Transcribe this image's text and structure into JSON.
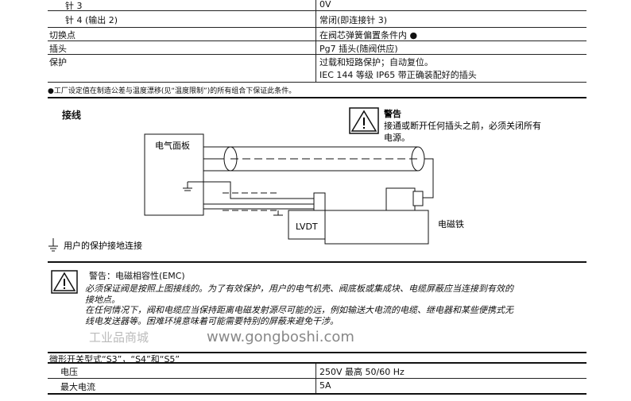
{
  "spec_table": {
    "rows": [
      {
        "label": "针 3",
        "value": "0V",
        "indent": true
      },
      {
        "label": "针 4 (输出 2)",
        "value": "常闭(即连接针 3)",
        "indent": true
      },
      {
        "label": "切换点",
        "value": "在阀芯弹簧偏置条件内 ●"
      },
      {
        "label": "插头",
        "value": "Pg7 插头(随阀供应)"
      },
      {
        "label": "保护",
        "value": "过载和短路保护；自动复位。",
        "value2": "IEC 144 等级 IP65 带正确装配好的插头"
      }
    ],
    "footnote": "●工厂设定值在制造公差与温度漂移(见“温度限制”)的所有组合下保证此条件。"
  },
  "wiring": {
    "title": "接线",
    "panel_label": "电气面板",
    "lvdt_label": "LVDT",
    "solenoid_label": "电磁铁",
    "ground_legend": "用户的保护接地连接",
    "warning_title": "警告",
    "warning_text1": "接通或断开任何插头之前，必须关闭所有",
    "warning_text2": "电源。"
  },
  "emc": {
    "title": "警告：电磁相容性(EMC)",
    "line1": "必须保证阀是按照上图接线的。为了有效保护，用户的电气机壳、阀底板或集成块、电缆屏蔽应当连接到有效的",
    "line2": "接地点。",
    "line3": "在任何情况下，阀和电缆应当保持距离电磁发射源尽可能的远，例如输送大电流的电缆、继电器和某些便携式无",
    "line4": "线电发送器等。困难环境意味着可能需要特别的屏蔽来避免干涉。"
  },
  "microswitch": {
    "heading": "微形开关型式“S3”，“S4”和“S5”",
    "rows": [
      {
        "label": "电压",
        "value": "250V 最高 50/60 Hz"
      },
      {
        "label": "最大电流",
        "value": "5A"
      }
    ]
  },
  "watermark": {
    "text1": "工业品商城",
    "text2": "www.gongboshi.com"
  }
}
